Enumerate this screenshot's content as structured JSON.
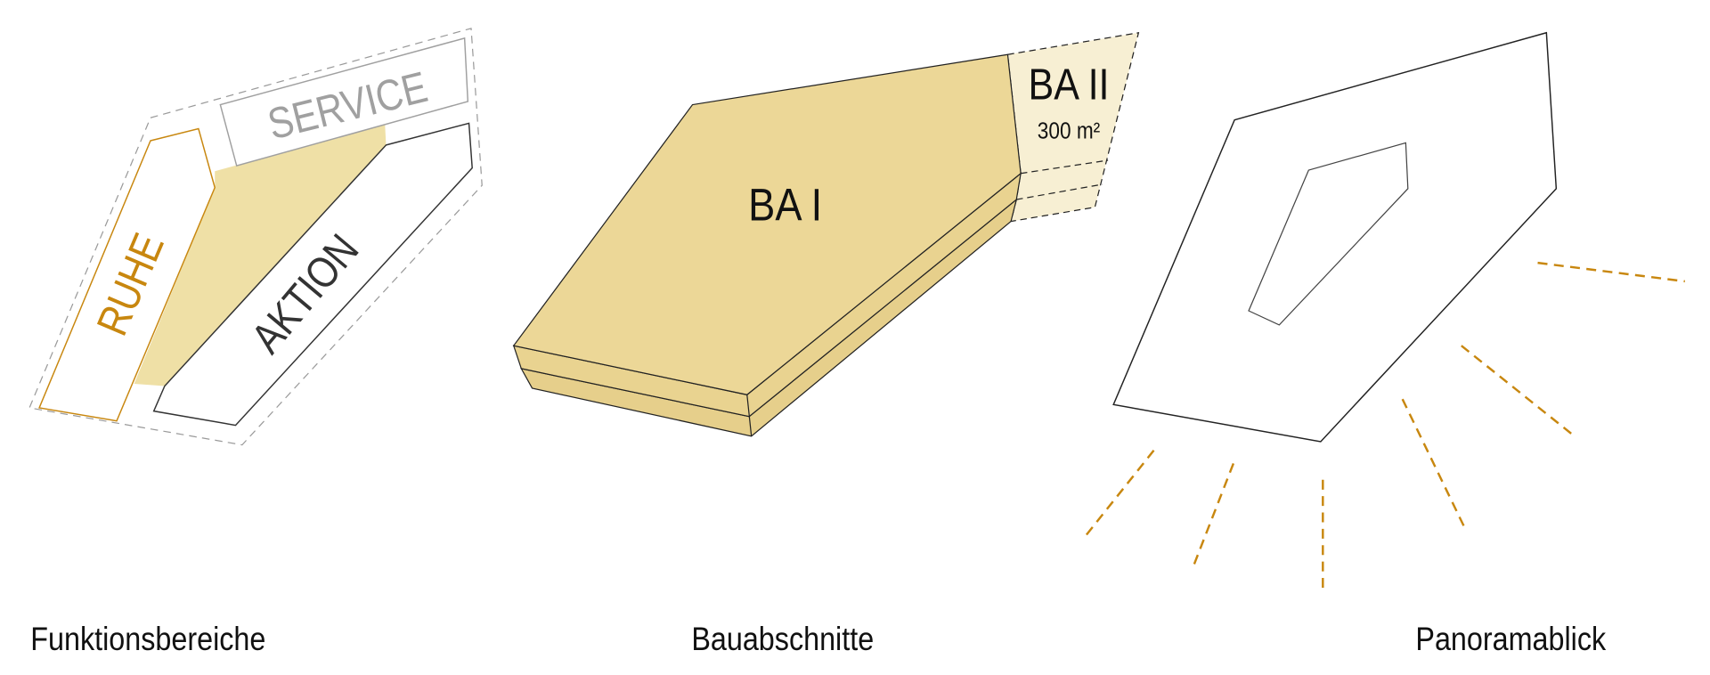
{
  "panels": {
    "functions": {
      "caption": "Funktionsbereiche",
      "zones": {
        "service": "SERVICE",
        "rest": "RUHE",
        "action": "AKTION"
      }
    },
    "phases": {
      "caption": "Bauabschnitte",
      "phase1": "BA I",
      "phase2": "BA II",
      "phase2_area": "300 m²"
    },
    "panorama": {
      "caption": "Panoramablick"
    }
  },
  "colors": {
    "accent_orange": "#c8870f",
    "fill_yellow": "#ecd797",
    "fill_light": "#f7efd3",
    "service_gray": "#a0a0a0",
    "line": "#222222"
  }
}
